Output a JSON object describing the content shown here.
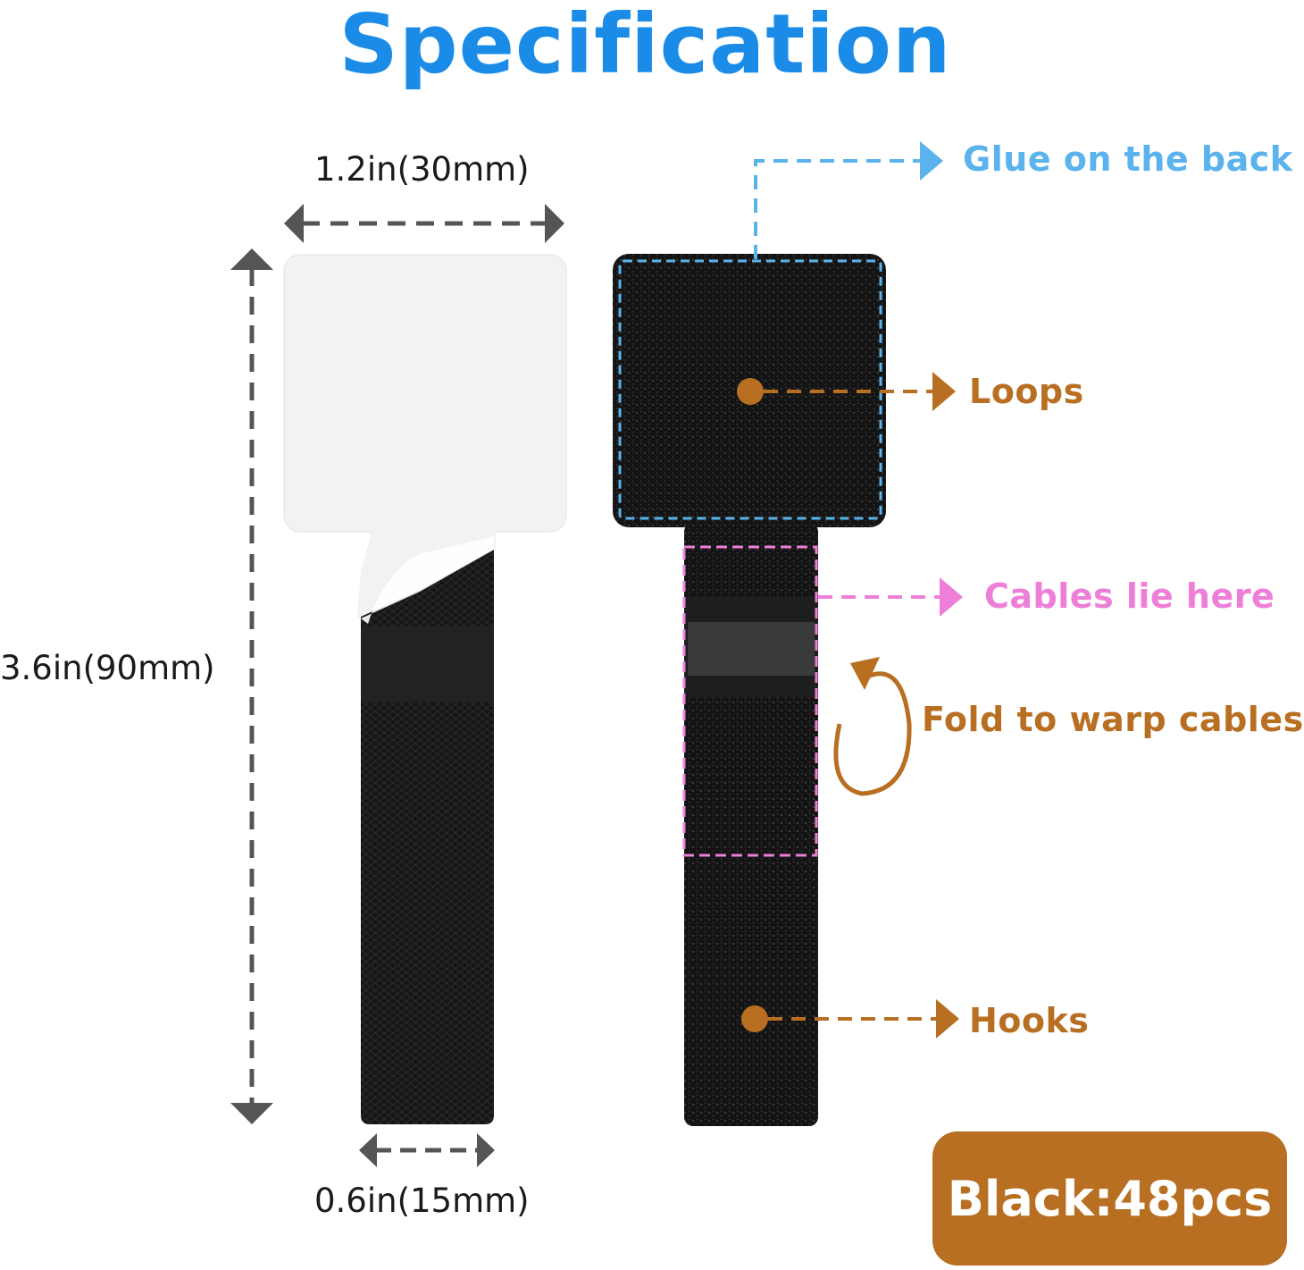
{
  "title": "Specification",
  "dimensions": {
    "top_width": "1.2in(30mm)",
    "height": "3.6in(90mm)",
    "bottom_width": "0.6in(15mm)"
  },
  "callouts": {
    "glue": "Glue on the back",
    "loops": "Loops",
    "cables": "Cables lie here",
    "fold": "Fold to warp cables",
    "hooks": "Hooks"
  },
  "badge": "Black:48pcs",
  "colors": {
    "title": "#1a8ce8",
    "glue": "#5ab3ec",
    "pink": "#ee7fd8",
    "brown": "#b86f22",
    "badge": "#b86f22",
    "dimension_arrow": "#555555",
    "strap": "#141414"
  },
  "icons": [
    "double-arrow-icon",
    "dot-arrow-icon",
    "curved-arrow-icon"
  ]
}
